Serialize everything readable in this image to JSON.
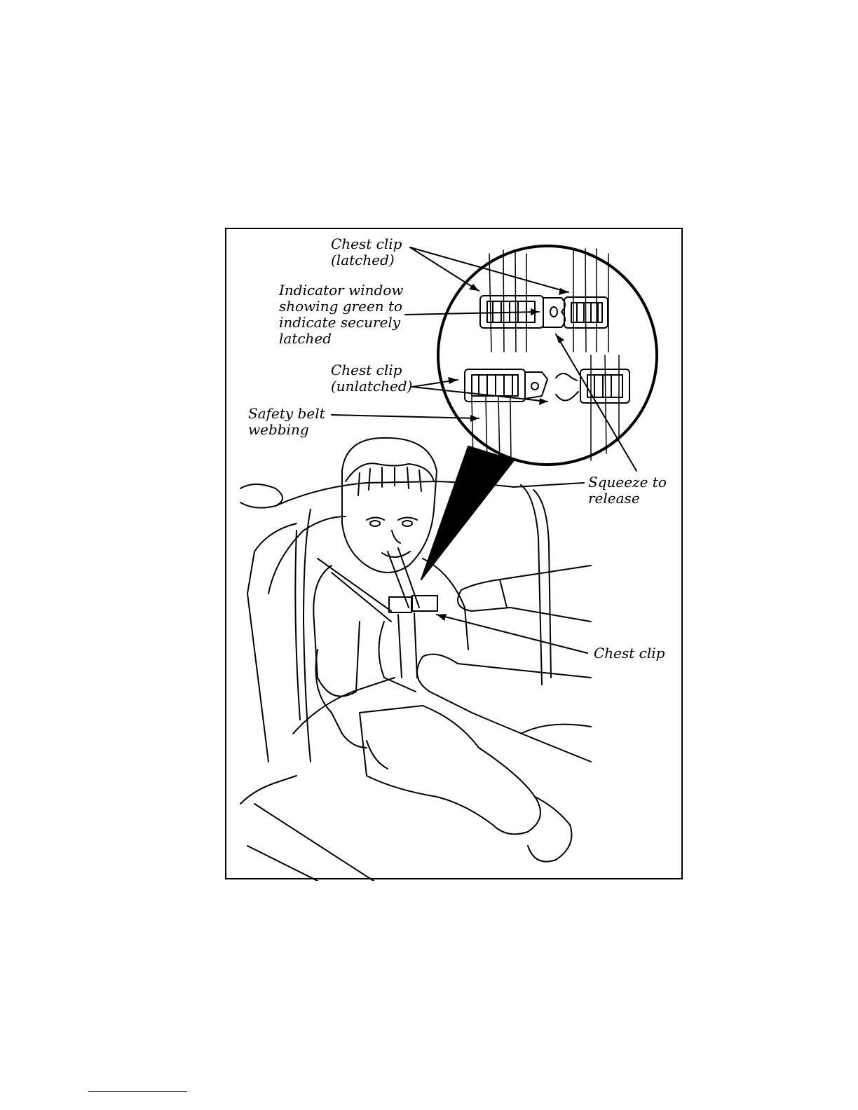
{
  "figure": {
    "labels": {
      "chest_clip_latched": "Chest clip\n(latched)",
      "indicator_window": "Indicator window\nshowing green to\nindicate securely\nlatched",
      "chest_clip_unlatched": "Chest clip\n(unlatched)",
      "safety_belt_webbing": "Safety belt\nwebbing",
      "squeeze_to_release": "Squeeze to\nrelease",
      "chest_clip": "Chest clip"
    }
  }
}
